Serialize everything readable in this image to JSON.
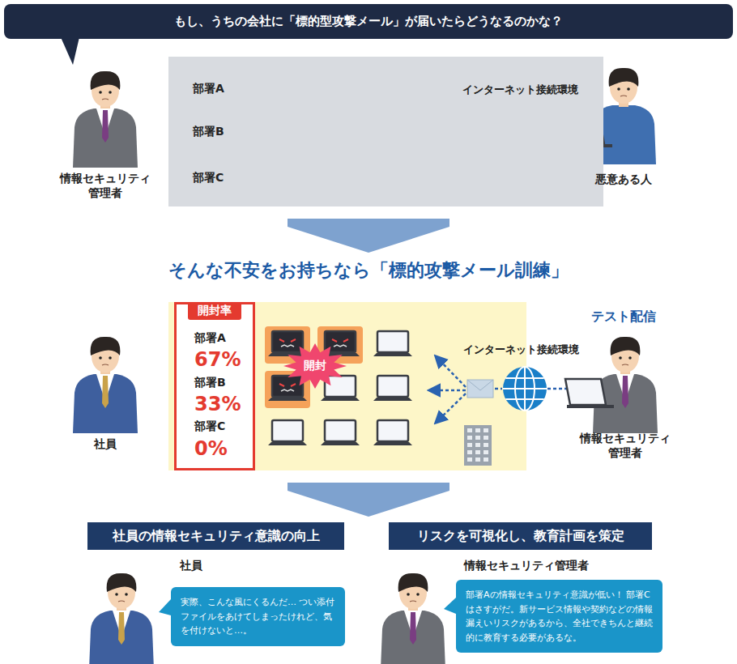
{
  "diagram": {
    "nodes": [
      {
        "text": [
          "もし、うちの会社に「標的型攻撃メール」が届いたらどうなるのかな？"
        ]
      },
      {
        "text": [
          "部署A",
          "部署B",
          "部署C"
        ]
      },
      {
        "text": [
          "開封率",
          "部署A",
          "67%",
          "部署B",
          "33%",
          "部署C",
          "0%"
        ]
      },
      {
        "text": [
          "開封"
        ]
      },
      {
        "text": [
          "社員の情報セキュリティ意識の向上"
        ]
      },
      {
        "text": [
          "リスクを可視化し、教育計画を策定"
        ]
      },
      {
        "text": [
          "実際、こんな風にくるんだ… つい添付ファイルをあけてしまったけれど、気を付けないと…。"
        ]
      },
      {
        "text": [
          "部署Aの情報セキュリティ意識が低い！ 部署Cはさすがだ。新サービス情報や契約などの情報漏えいリスクがあるから、全社できちんと継続的に教育する必要があるな。"
        ]
      }
    ],
    "labels": [
      "情報セキュリティ 管理者",
      "インターネット接続環境",
      "悪意ある人",
      "そんな不安をお持ちなら「標的攻撃メール訓練」",
      "テスト配信",
      "インターネット接続環境",
      "社員",
      "情報セキュリティ 管理者",
      "社員",
      "情報セキュリティ管理者"
    ]
  }
}
